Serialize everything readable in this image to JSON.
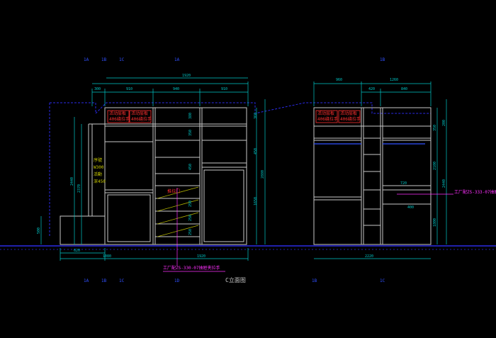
{
  "title": "C立面图",
  "colors": {
    "background": "#000000",
    "cabinet": "#c8c8c8",
    "dimension": "#00c8c8",
    "wall": "#2a2ae6",
    "label_red": "#ff3030",
    "label_yellow": "#c8c800",
    "label_magenta": "#ff30ff",
    "axis_blue": "#3050ff",
    "axis_green": "#00b000"
  },
  "left_elevation": {
    "top_dims": [
      "300",
      "910",
      "940",
      "910"
    ],
    "overall_top": "1920",
    "bottom_dims": [
      "620",
      "1080",
      "1920"
    ],
    "height_dims": [
      "2440",
      "2370",
      "2880",
      "1650",
      "450",
      "360",
      "500"
    ],
    "drawer_dims": [
      "380",
      "350",
      "450",
      "250",
      "250",
      "250"
    ],
    "door_labels": [
      "活动层板",
      "406缝拉手",
      "活动层板",
      "406缝拉手"
    ],
    "yellow_note": [
      "序號",
      "W300",
      "活動",
      "深450"
    ],
    "red_note": "推拉门",
    "callout": "工厂配ZS-330-07抽屉夹拉手"
  },
  "right_elevation": {
    "top_dims": [
      "960",
      "420",
      "1260",
      "840"
    ],
    "bottom_dims": [
      "2220"
    ],
    "height_dims": [
      "2440",
      "2100",
      "1800",
      "350",
      "200"
    ],
    "shelf_dims": [
      "720",
      "400"
    ],
    "door_labels": [
      "活动层板",
      "406缝拉手",
      "活动层板",
      "406缝拉手"
    ],
    "callout": "工厂配ZS-333-07抽屉夹拉手"
  },
  "axis_marks_top": [
    "1A",
    "1B",
    "1C",
    "1A",
    "1B"
  ],
  "axis_marks_bottom": [
    "1A",
    "1B",
    "1C",
    "1D",
    "1B",
    "1C"
  ]
}
